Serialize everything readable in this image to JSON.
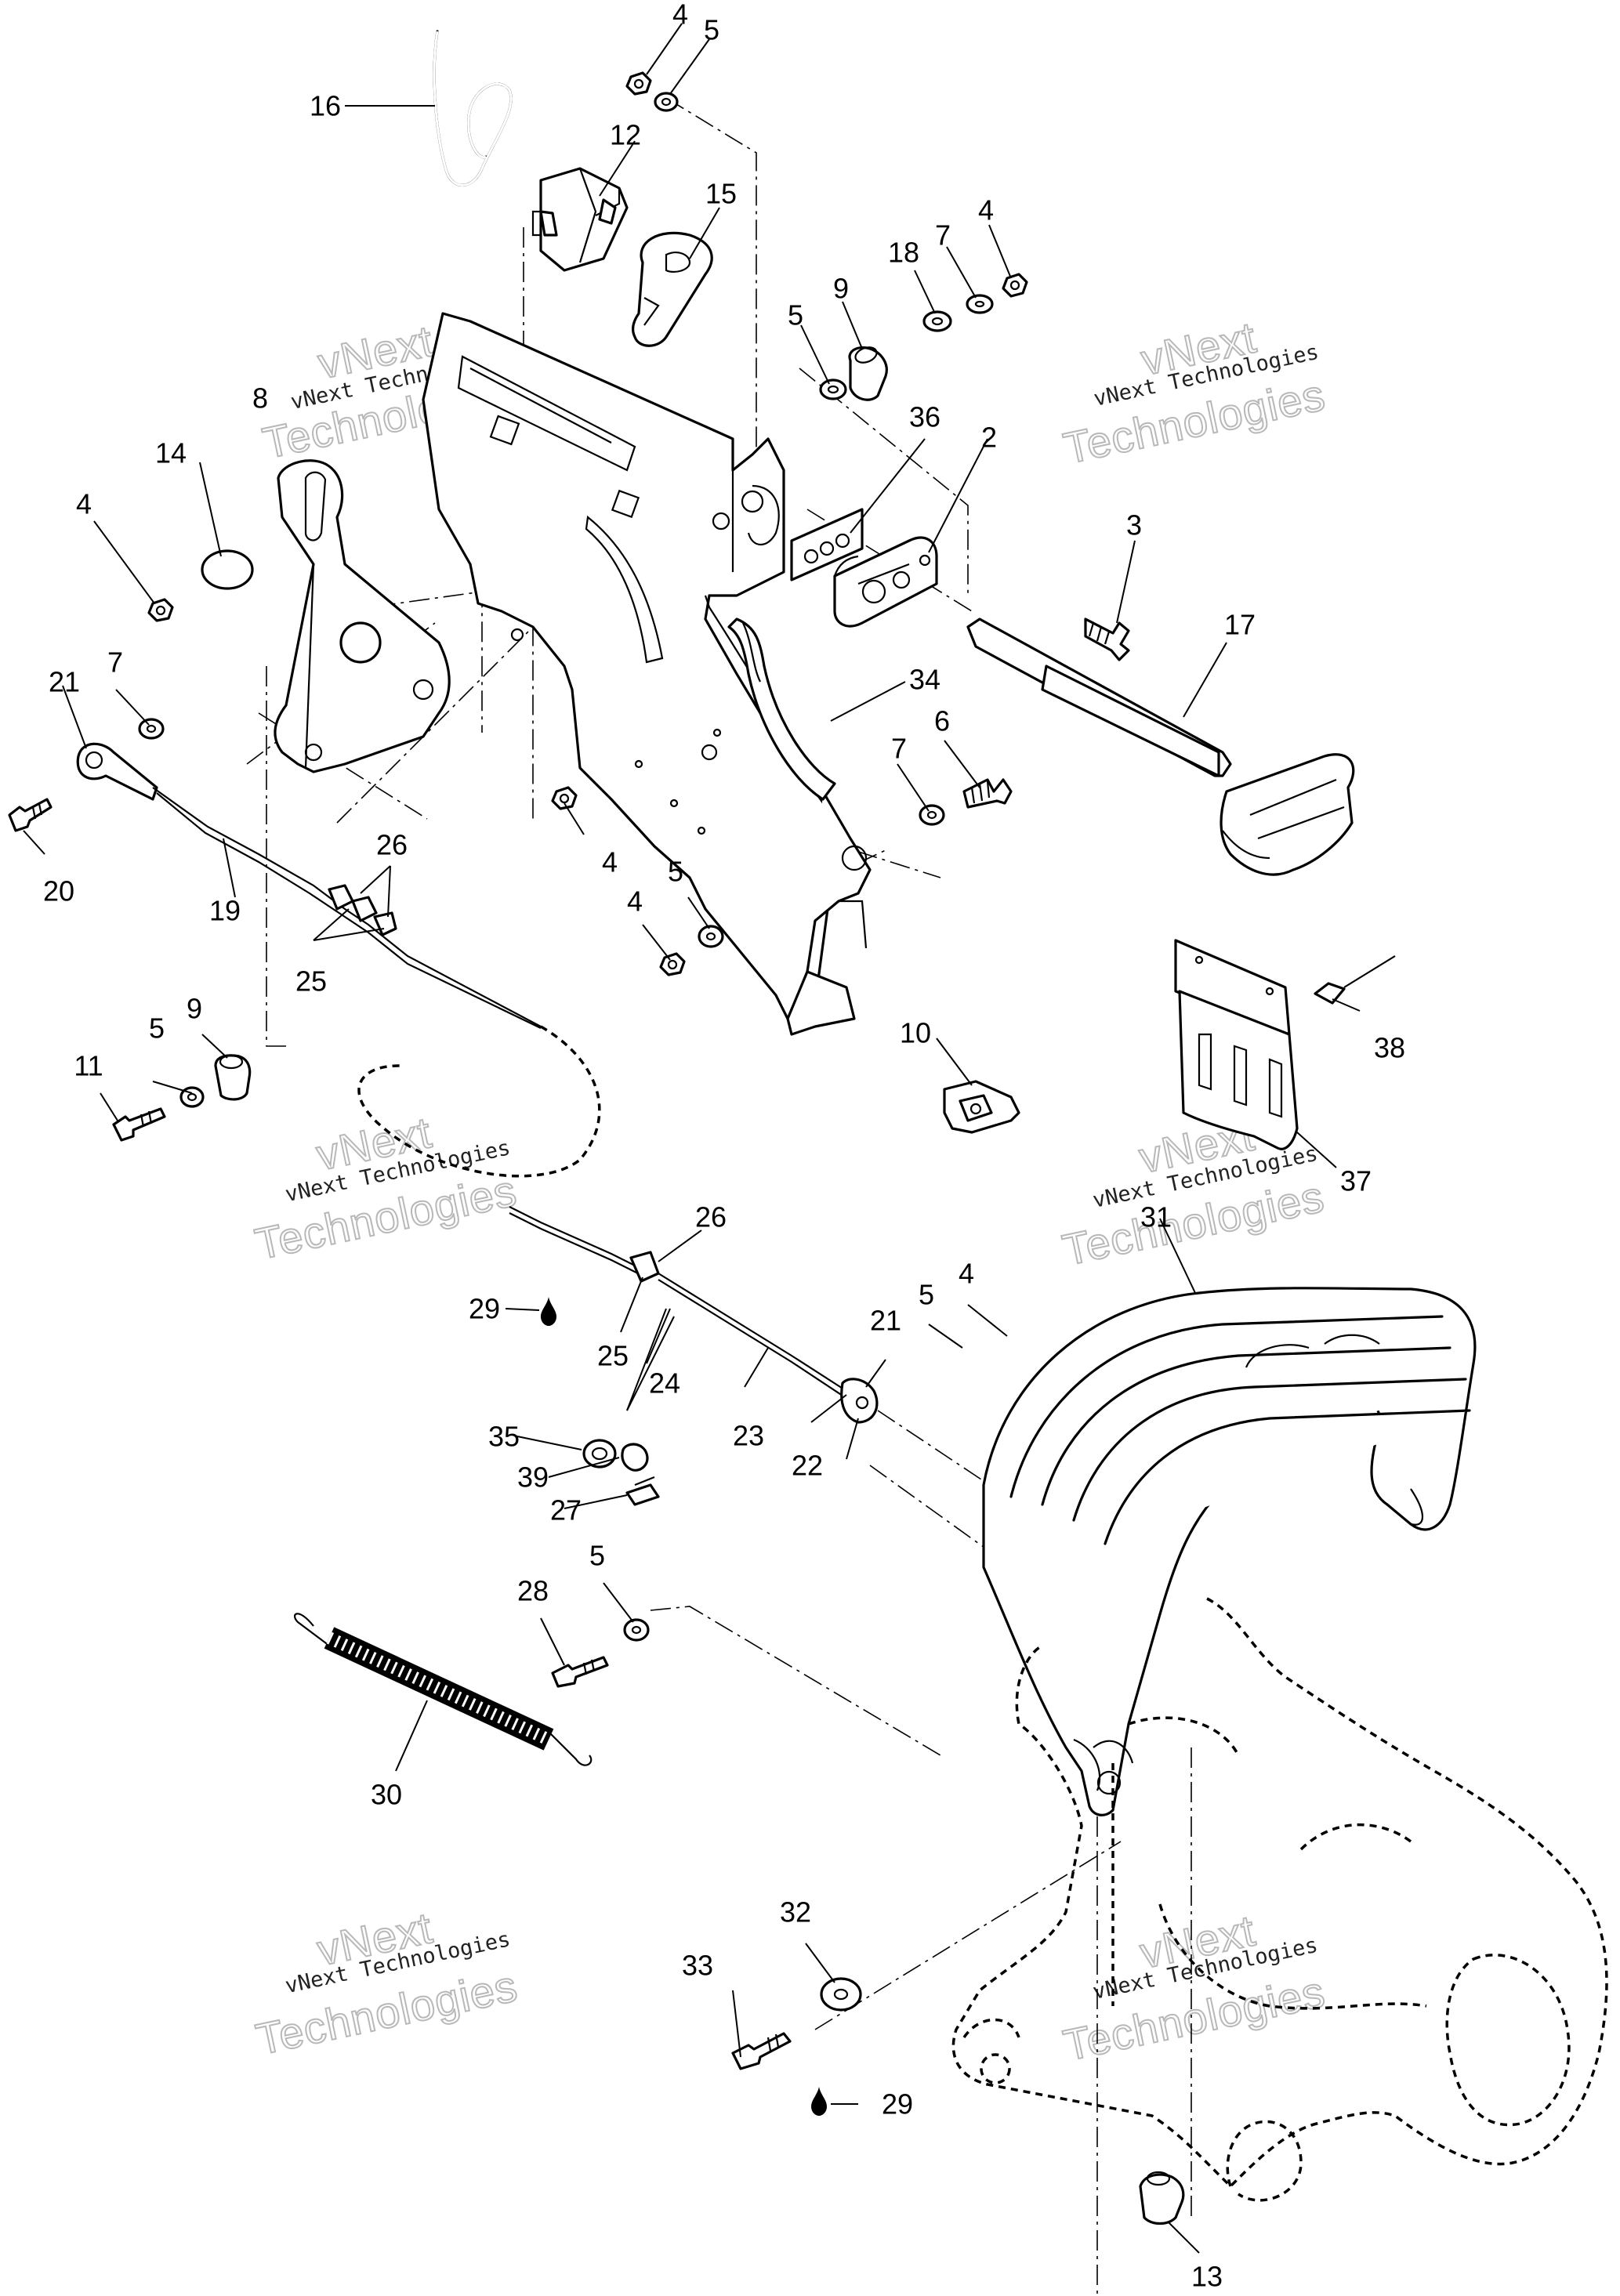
{
  "watermark": {
    "line1": "vNext",
    "line2": "Technologies",
    "small": "vNext Technologies"
  },
  "callouts": {
    "c2": "2",
    "c3": "3",
    "c4a": "4",
    "c4b": "4",
    "c4c": "4",
    "c4d": "4",
    "c4e": "4",
    "c4f": "4",
    "c5a": "5",
    "c5b": "5",
    "c5c": "5",
    "c5d": "5",
    "c5e": "5",
    "c5f": "5",
    "c6": "6",
    "c7a": "7",
    "c7b": "7",
    "c7c": "7",
    "c8": "8",
    "c9a": "9",
    "c9b": "9",
    "c10": "10",
    "c11": "11",
    "c12": "12",
    "c13": "13",
    "c14": "14",
    "c15": "15",
    "c16": "16",
    "c17": "17",
    "c18": "18",
    "c19": "19",
    "c20": "20",
    "c21a": "21",
    "c21b": "21",
    "c22": "22",
    "c23": "23",
    "c24": "24",
    "c25a": "25",
    "c25b": "25",
    "c26a": "26",
    "c26b": "26",
    "c27": "27",
    "c28": "28",
    "c29a": "29",
    "c29b": "29",
    "c30": "30",
    "c31": "31",
    "c32": "32",
    "c33": "33",
    "c34": "34",
    "c35": "35",
    "c36": "36",
    "c37": "37",
    "c38": "38",
    "c39": "39"
  }
}
